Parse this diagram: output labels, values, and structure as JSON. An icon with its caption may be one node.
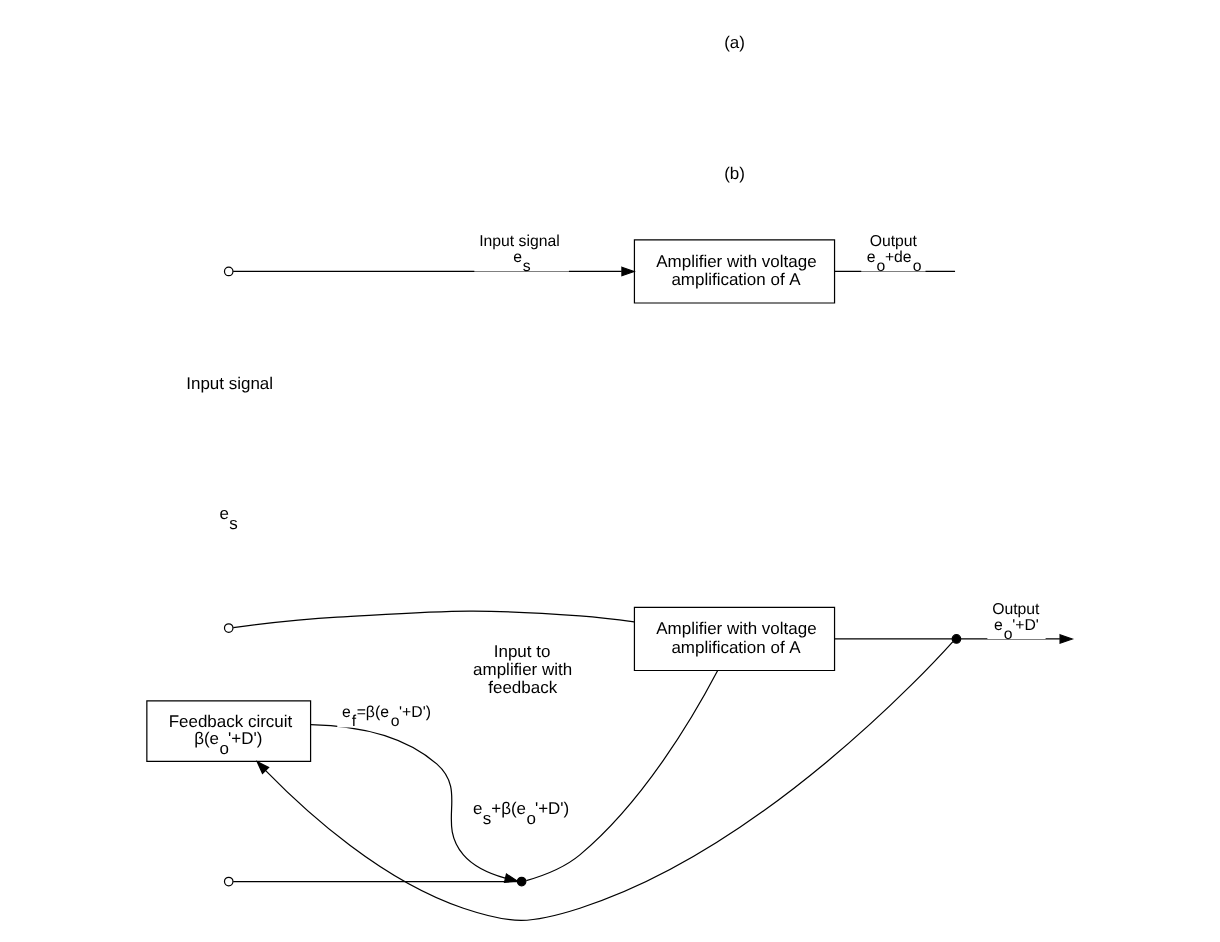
{
  "diagram": {
    "nodes": [
      {
        "text": [],
        "shape": "circle"
      },
      {
        "text": [
          "Amplifier with voltage amplification of A"
        ]
      },
      {
        "text": [],
        "shape": "circle"
      },
      {
        "text": [],
        "shape": "circle"
      },
      {
        "text": [
          "Amplifier with voltage amplification of A"
        ]
      },
      {
        "text": [
          "Feedback circuit β(e$_{o}$'+D')"
        ]
      },
      {
        "text": [],
        "shape": "circle"
      },
      {
        "text": [],
        "shape": "circle"
      }
    ],
    "edges": [
      {
        "from": 0,
        "to": 1,
        "arrow": "to",
        "label": "Input signal e$_{s}$"
      },
      {
        "from": 1,
        "to": null,
        "arrow": "none",
        "label": "Output e$_{o}$+de$_{o}$"
      },
      {
        "from": 2,
        "to": 4,
        "arrow": "none"
      },
      {
        "from": 3,
        "to": 7,
        "arrow": "none"
      },
      {
        "from": 7,
        "to": 4,
        "arrow": "none"
      },
      {
        "from": 4,
        "to": 6,
        "arrow": "none"
      },
      {
        "from": 6,
        "to": null,
        "arrow": "to",
        "label": "Output e$_{o}$'+D'"
      },
      {
        "from": 6,
        "to": 5,
        "arrow": "to"
      },
      {
        "from": 5,
        "to": 7,
        "arrow": "to",
        "label": "e$_{f}$=β(e$_{o}$'+D')"
      }
    ],
    "labels": [
      "(a)",
      "Input signal",
      "e$_{s}$",
      "Input to amplifier with feedback",
      "e$_{s}$+β(e$_{o}$'+D')",
      "(b)"
    ]
  }
}
